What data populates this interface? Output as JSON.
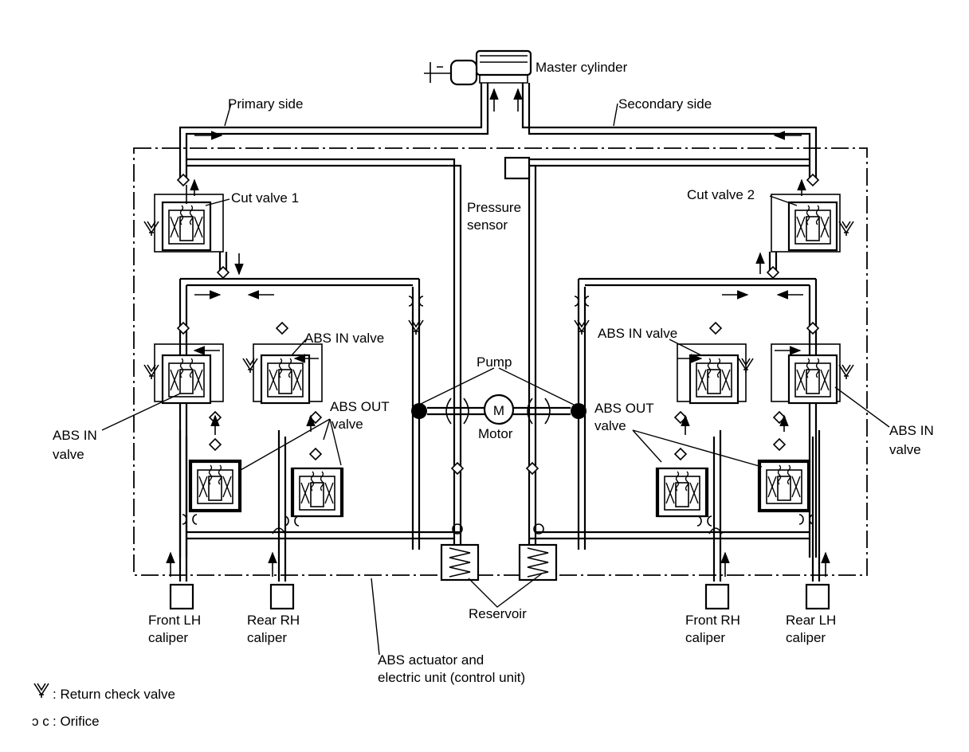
{
  "labels": {
    "master_cylinder": "Master cylinder",
    "primary_side": "Primary side",
    "secondary_side": "Secondary side",
    "cut_valve_1": "Cut valve 1",
    "cut_valve_2": "Cut valve 2",
    "pressure_sensor_1": "Pressure",
    "pressure_sensor_2": "sensor",
    "abs_in_valve_left_inner": "ABS IN valve",
    "abs_in_valve_right_inner": "ABS IN valve",
    "abs_in_left_1": "ABS IN",
    "abs_in_left_2": "valve",
    "abs_in_right_1": "ABS IN",
    "abs_in_right_2": "valve",
    "abs_out_left_1": "ABS OUT",
    "abs_out_left_2": "valve",
    "abs_out_right_1": "ABS OUT",
    "abs_out_right_2": "valve",
    "pump": "Pump",
    "motor": "Motor",
    "motor_symbol": "M",
    "reservoir": "Reservoir",
    "front_lh_1": "Front LH",
    "front_lh_2": "caliper",
    "rear_rh_1": "Rear RH",
    "rear_rh_2": "caliper",
    "front_rh_1": "Front RH",
    "front_rh_2": "caliper",
    "rear_lh_1": "Rear LH",
    "rear_lh_2": "caliper",
    "actuator_1": "ABS actuator and",
    "actuator_2": "electric unit (control unit)"
  },
  "legend": {
    "return_check_valve": ": Return check valve",
    "orifice_symbol": "ɔ с",
    "orifice": ": Orifice"
  }
}
